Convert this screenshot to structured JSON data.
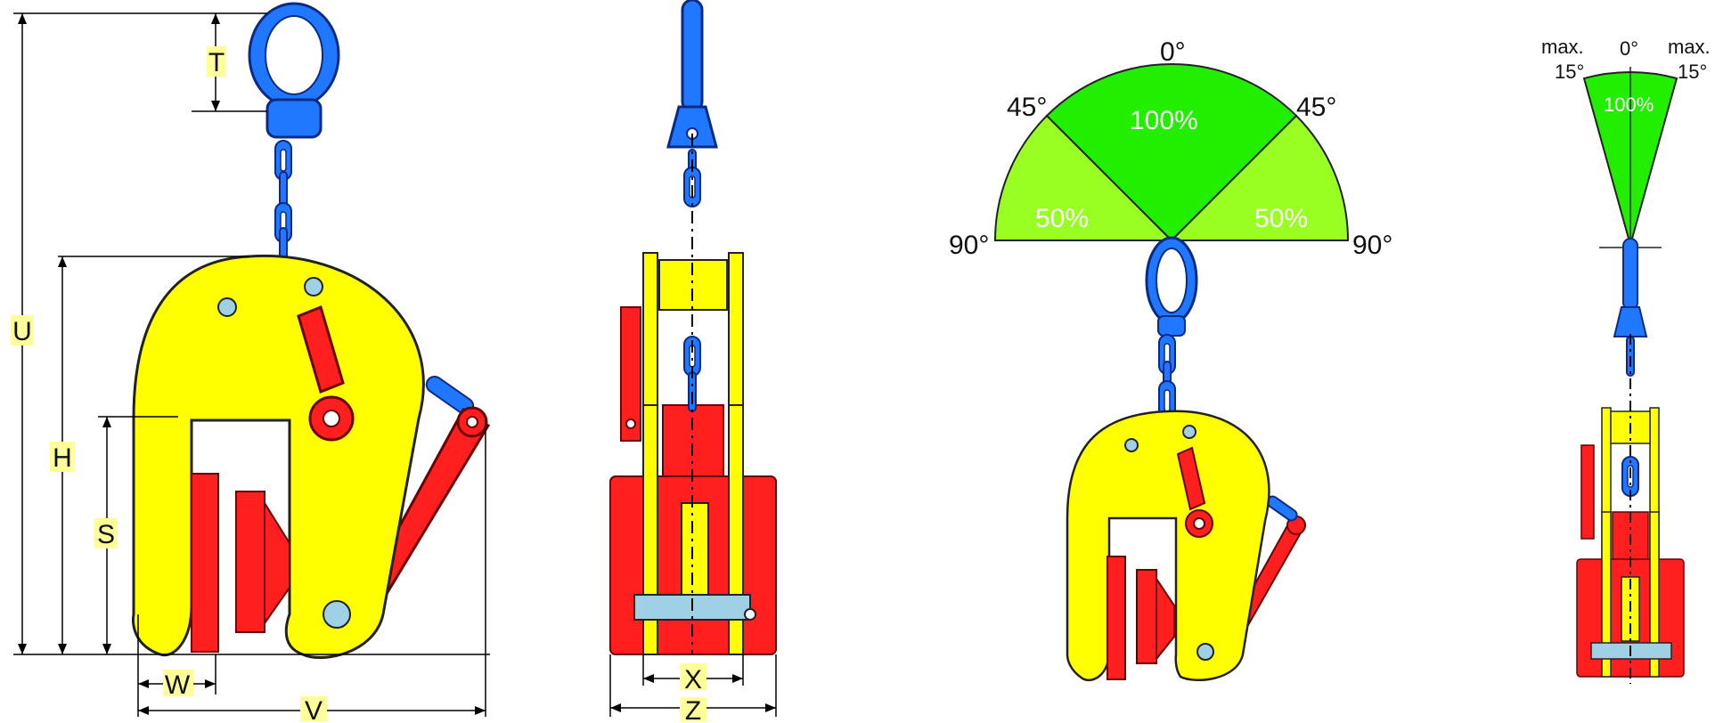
{
  "colors": {
    "yellow": "#ffff00",
    "red": "#ff1f1f",
    "blue": "#1f78ff",
    "green": "#22ee00",
    "lightgreen": "#99ff22",
    "steel": "#9fd0e6",
    "highlight": "#ffff99"
  },
  "dimensions": {
    "T": "T",
    "U": "U",
    "H": "H",
    "S": "S",
    "W": "W",
    "V": "V",
    "X": "X",
    "Z": "Z"
  },
  "load_diagram_semicircle": {
    "angle_top": "0°",
    "angle_left_45": "45°",
    "angle_right_45": "45°",
    "angle_left_90": "90°",
    "angle_right_90": "90°",
    "center_percent": "100%",
    "left_percent": "50%",
    "right_percent": "50%"
  },
  "load_diagram_wedge": {
    "max_left": "max.",
    "angle_left": "15°",
    "angle_top": "0°",
    "max_right": "max.",
    "angle_right": "15°",
    "center_percent": "100%"
  },
  "icons": [
    "master-link-icon",
    "chain-icon",
    "clamp-body-icon",
    "cam-handle-icon",
    "jaw-pad-icon",
    "locking-lever-icon"
  ]
}
